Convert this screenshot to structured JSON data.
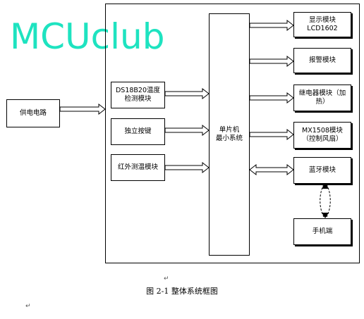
{
  "watermark": "MCUclub",
  "blocks": {
    "power": "供电电路",
    "ds18b20": "DS18B20温度\n检测模块",
    "button": "独立按键",
    "infrared": "红外测温模块",
    "mcu": "单片机\n最小系统",
    "lcd": "显示模块LCD1602",
    "alarm": "报警模块",
    "relay": "继电器模块（加\n热）",
    "mx1508": "MX1508模块\n（控制风扇）",
    "bluetooth": "蓝牙模块",
    "phone": "手机端"
  },
  "caption": "图 2-1 整体系统框图",
  "paragraph_mark": "↵"
}
